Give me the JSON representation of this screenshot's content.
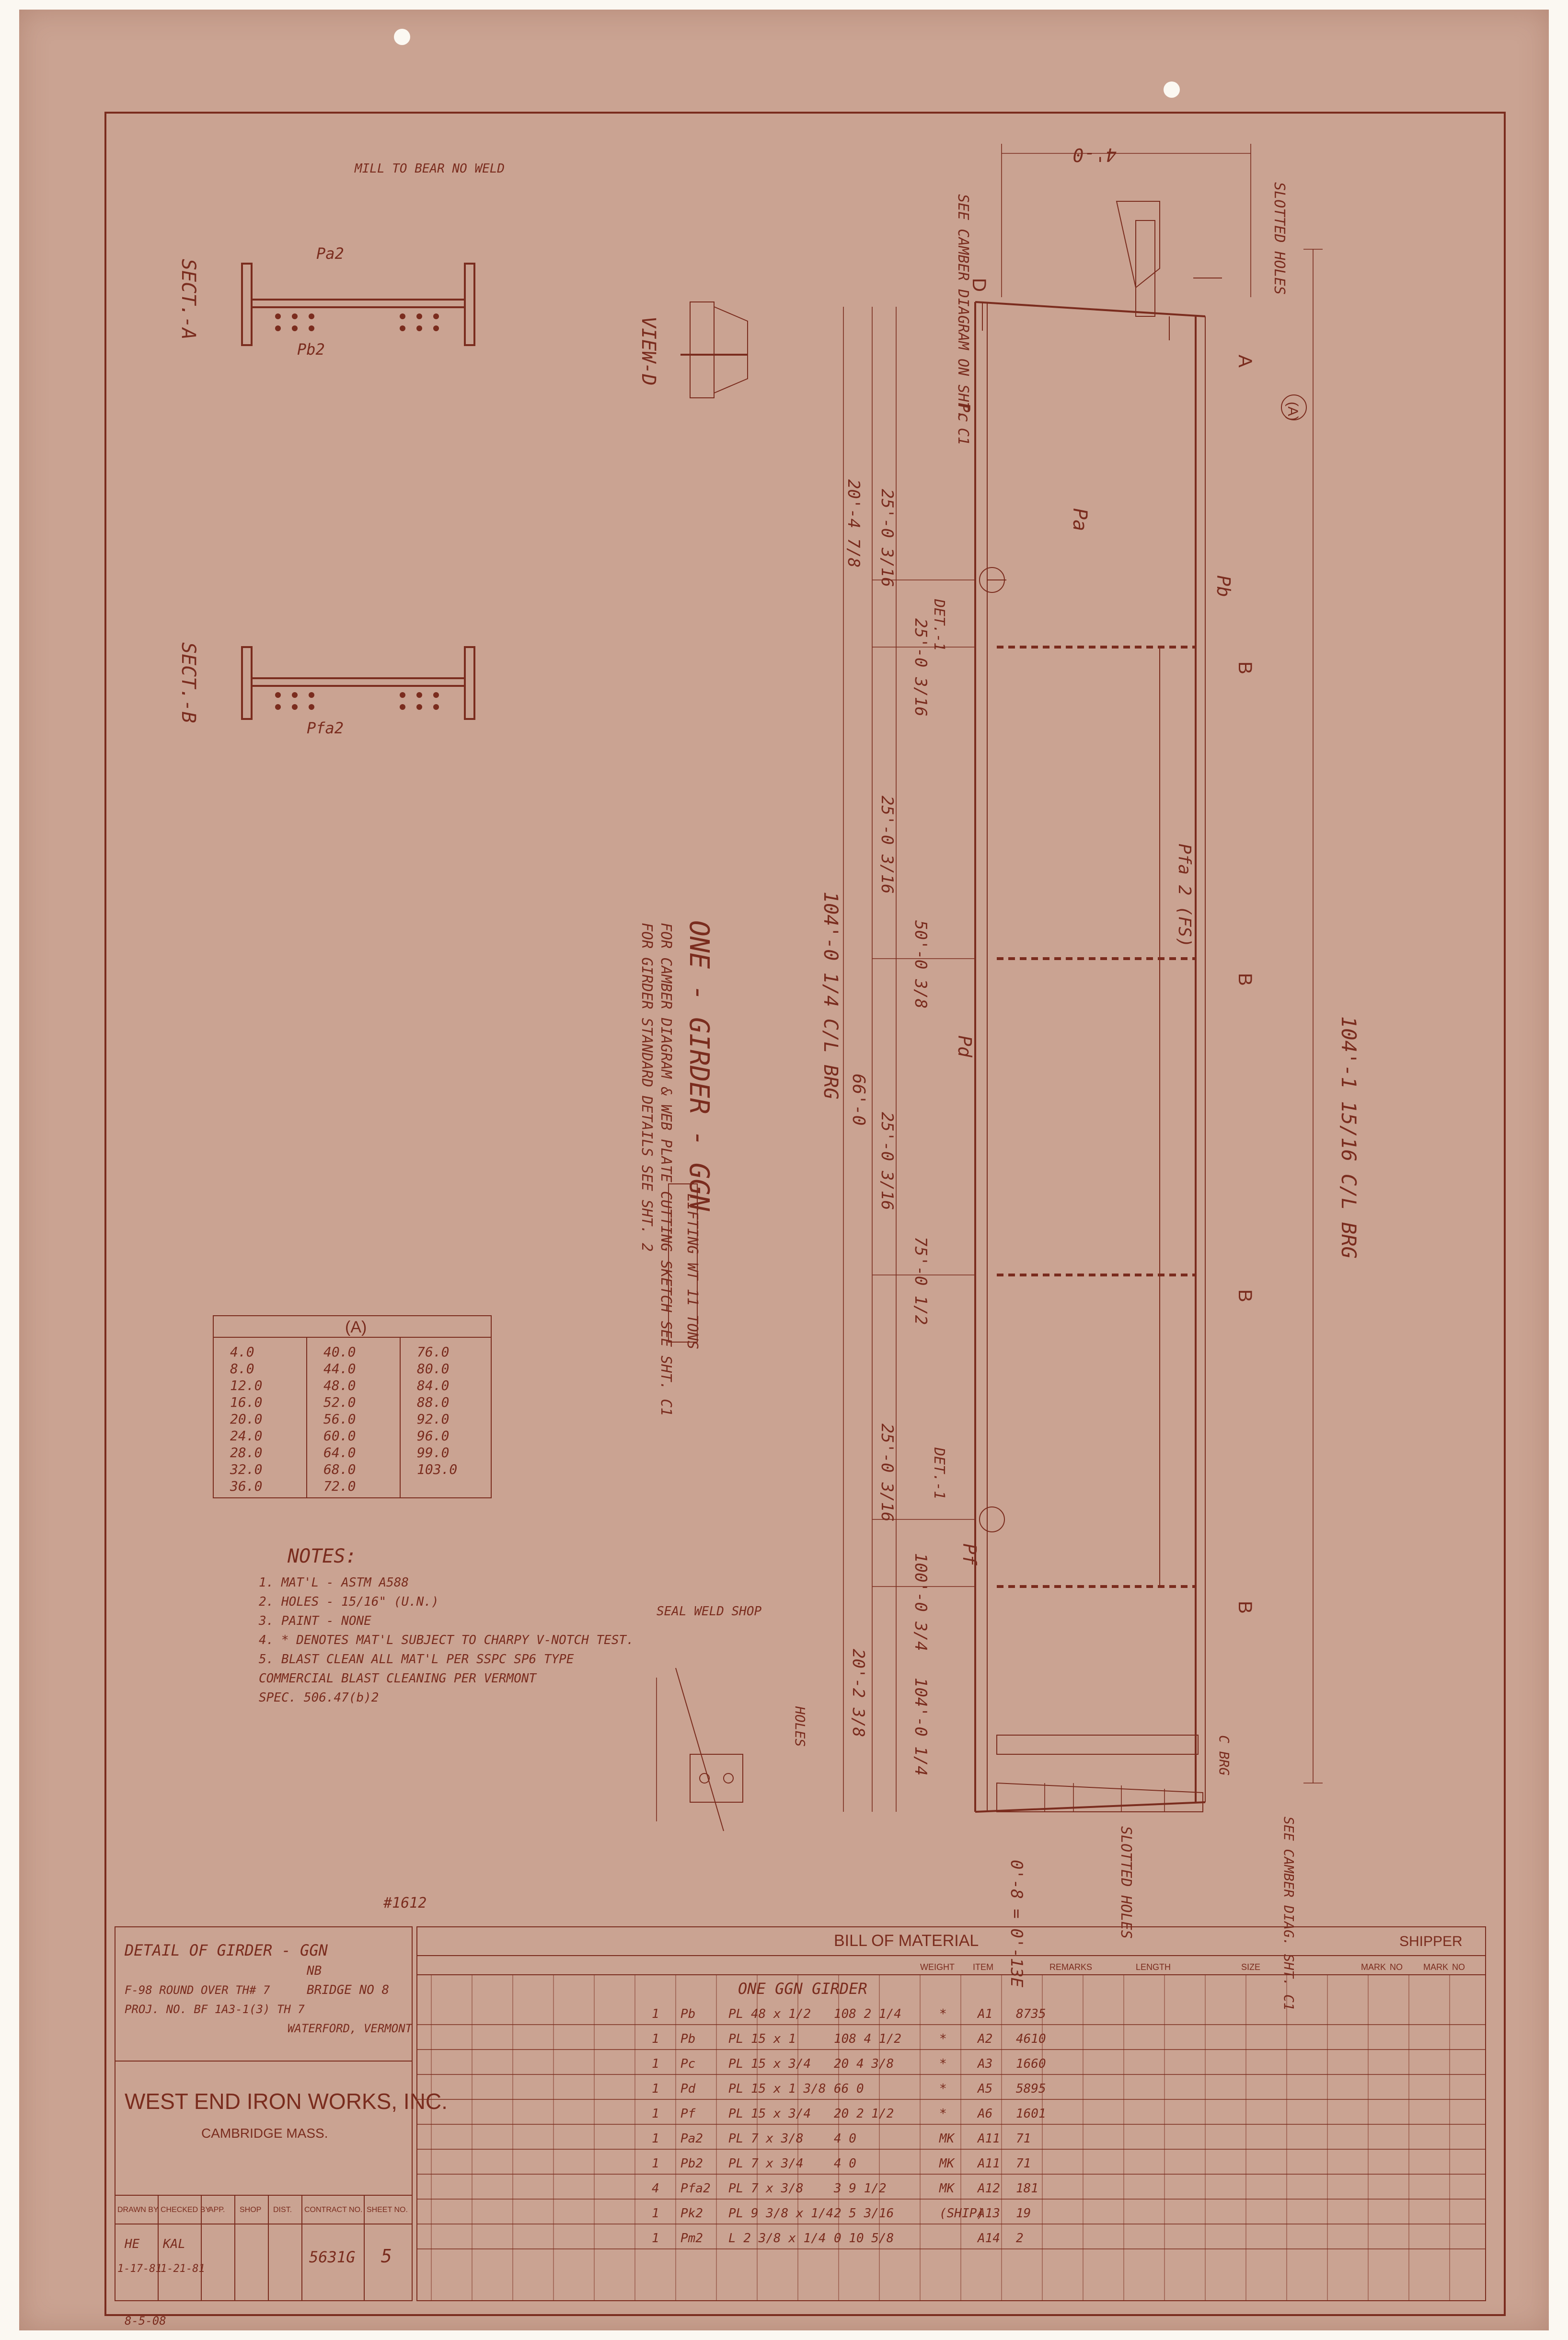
{
  "notes": {
    "title": "NOTES:",
    "items": [
      "1. MAT'L - ASTM A588",
      "2. HOLES - 15/16\" (U.N.)",
      "3. PAINT - NONE",
      "4. * DENOTES MAT'L SUBJECT TO CHARPY V-NOTCH TEST.",
      "5. BLAST CLEAN ALL MAT'L PER SSPC SP6 TYPE",
      "COMMERCIAL BLAST CLEANING PER VERMONT",
      "SPEC. 506.47(b)2"
    ]
  },
  "camber_table": {
    "header": "(A)",
    "rows": [
      [
        "4.0",
        "40.0",
        "76.0"
      ],
      [
        "8.0",
        "44.0",
        "80.0"
      ],
      [
        "12.0",
        "48.0",
        "84.0"
      ],
      [
        "16.0",
        "52.0",
        "88.0"
      ],
      [
        "20.0",
        "56.0",
        "92.0"
      ],
      [
        "24.0",
        "60.0",
        "96.0"
      ],
      [
        "28.0",
        "64.0",
        "99.0"
      ],
      [
        "32.0",
        "68.0",
        "103.0"
      ],
      [
        "36.0",
        "72.0",
        ""
      ]
    ]
  },
  "girder": {
    "title": "ONE - GIRDER - GGN",
    "lifting": "LIFTING WT 11 TONS",
    "note1": "FOR CAMBER DIAGRAM & WEB PLATE CUTTING SKETCH SEE SHT. C1",
    "note2": "FOR GIRDER STANDARD DETAILS SEE SHT. 2",
    "overall_dim": "104'-1 15/16 C/L BRG",
    "bottom_dim": "104'-0 1/4 C/L BRG",
    "mid_dim": "66'-0",
    "stations": [
      "25'-0 3/16",
      "50'-0 3/8",
      "75'-0 1/2",
      "100'-0 3/4",
      "104'-0 1/4"
    ],
    "bays": [
      "25'-0 3/16",
      "25'-0 3/16",
      "25'-0 3/16",
      "25'-0 3/16"
    ],
    "end_left": "20'-4 7/8",
    "end_right": "20'-2 3/8",
    "camber_left": "SEE CAMBER DIAGRAM ON SHT. C1",
    "camber_right": "SEE CAMBER DIAG. SHT. C1",
    "top_dim": "4'-0",
    "slotted": "SLOTTED HOLES",
    "dim_bottom_right": "0'-8 = 0'-13E",
    "cl_brg": "C BRG"
  },
  "labels": {
    "sect_a": "SECT.-A",
    "sect_b": "SECT.-B",
    "view_d": "VIEW-D",
    "mill": "MILL TO BEAR NO WELD",
    "pa2": "Pa2",
    "pb2": "Pb2",
    "pfa2": "Pfa2",
    "pc": "Pc",
    "pa": "Pa",
    "pb": "Pb",
    "pd": "Pd",
    "pf": "Pf",
    "pfa2fs": "Pfa 2 (FS)",
    "det1": "DET.-1",
    "seal_weld": "SEAL WELD SHOP",
    "holes": "HOLES",
    "a_tag": "A",
    "b_tag": "B",
    "d_tag": "D",
    "dwg_num": "#1612"
  },
  "bom": {
    "shipper": "SHIPPER",
    "title": "BILL OF MATERIAL",
    "headers": [
      "NO",
      "MARK",
      "NO",
      "MARK",
      "SIZE",
      "LENGTH",
      "REMARKS",
      "ITEM",
      "WEIGHT"
    ],
    "group": "ONE GGN GIRDER",
    "rows": [
      [
        "1",
        "Pb",
        "PL 48 x 1/2",
        "108 2 1/4",
        "*",
        "A1",
        "8735"
      ],
      [
        "1",
        "Pb",
        "PL 15 x 1",
        "108 4 1/2",
        "*",
        "A2",
        "4610"
      ],
      [
        "1",
        "Pc",
        "PL 15 x 3/4",
        "20 4 3/8",
        "*",
        "A3",
        "1660"
      ],
      [
        "1",
        "Pd",
        "PL 15 x 1 3/8",
        "66 0",
        "*",
        "A5",
        "5895"
      ],
      [
        "1",
        "Pf",
        "PL 15 x 3/4",
        "20 2 1/2",
        "*",
        "A6",
        "1601"
      ],
      [
        "1",
        "Pa2",
        "PL 7 x 3/8",
        "4 0",
        "MK",
        "A11",
        "71"
      ],
      [
        "1",
        "Pb2",
        "PL 7 x 3/4",
        "4 0",
        "MK",
        "A11",
        "71"
      ],
      [
        "4",
        "Pfa2",
        "PL 7 x 3/8",
        "3 9 1/2",
        "MK",
        "A12",
        "181"
      ],
      [
        "1",
        "Pk2",
        "PL 9 3/8 x 1/4",
        "2 5 3/16",
        "(SHIP)",
        "A13",
        "19"
      ],
      [
        "1",
        "Pm2",
        "L 2 3/8 x 1/4",
        "0 10 5/8",
        "",
        "A14",
        "2"
      ]
    ]
  },
  "title_block": {
    "detail": "DETAIL OF GIRDER - GGN",
    "bridge": "BRIDGE NO 8",
    "project_line1": "F-98  ROUND OVER TH# 7",
    "project_line2": "PROJ. NO. BF 1A3-1(3) TH 7",
    "location": "WATERFORD, VERMONT",
    "nb": "NB",
    "company": "WEST END IRON WORKS, INC.",
    "city": "CAMBRIDGE MASS.",
    "drawn_by": "HE",
    "checked_by": "KAL",
    "drawn_date": "1-17-81",
    "checked_date": "1-21-81",
    "contract": "5631G",
    "sheet": "5",
    "hdr_drawn": "DRAWN BY",
    "hdr_checked": "CHECKED BY",
    "hdr_app": "APP.",
    "hdr_shop": "SHOP",
    "hdr_dist": "DIST.",
    "hdr_contract": "CONTRACT NO.",
    "hdr_sheet": "SHEET NO.",
    "foot": "8-5-08"
  }
}
